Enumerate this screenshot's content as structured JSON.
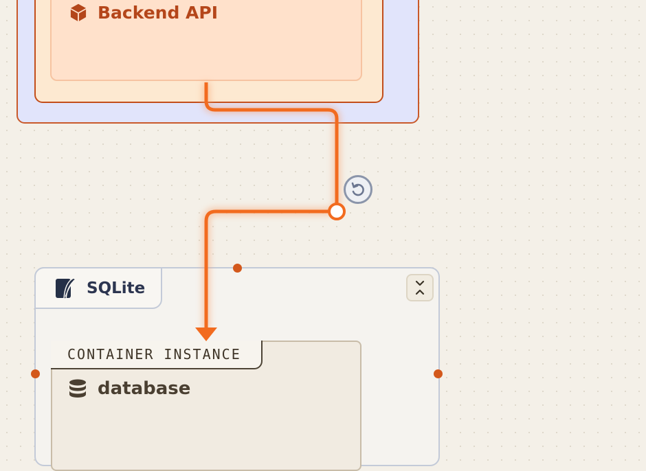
{
  "service": {
    "title": "Backend API",
    "icon": "cube-icon"
  },
  "group": {
    "label": "SQLite",
    "icon": "sqlite-feather-icon",
    "collapse_icon": "collapse-icon"
  },
  "instance": {
    "tag": "CONTAINER INSTANCE",
    "title": "database",
    "icon": "database-icon"
  },
  "edge": {
    "action_icon": "rotate-icon",
    "color": "#f26b1f"
  },
  "colors": {
    "service_border": "#c24d1a",
    "service_text": "#b4461a",
    "group_border": "#c3cad8",
    "handle": "#d3581b"
  }
}
